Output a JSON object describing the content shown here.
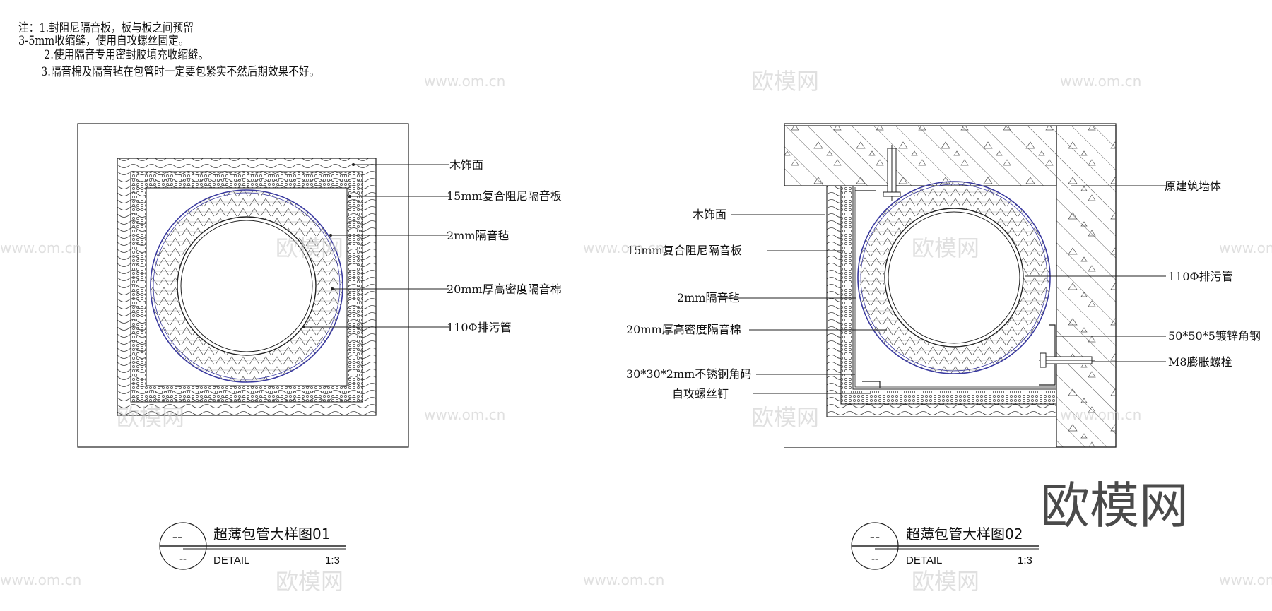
{
  "notes": {
    "line1": "注：1.封阻尼隔音板，板与板之间预留",
    "line2": "3-5mm收缩缝，使用自攻螺丝固定。",
    "line3": "2.使用隔音专用密封胶填充收缩缝。",
    "line4": "3.隔音棉及隔音毡在包管时一定要包紧实不然后期效果不好。"
  },
  "detail1": {
    "labels": [
      "木饰面",
      "15mm复合阻尼隔音板",
      "2mm隔音毡",
      "20mm厚高密度隔音棉",
      "110Φ排污管"
    ],
    "title": {
      "symbol_top": "--",
      "symbol_bottom": "--",
      "name": "超薄包管大样图01",
      "sub": "DETAIL",
      "scale": "1:3"
    }
  },
  "detail2": {
    "labels_left": [
      "木饰面",
      "15mm复合阻尼隔音板",
      "2mm隔音毡",
      "20mm厚高密度隔音棉",
      "30*30*2mm不锈钢角码",
      "自攻螺丝钉"
    ],
    "labels_right": [
      "原建筑墙体",
      "110Φ排污管",
      "50*50*5镀锌角钢",
      "M8膨胀螺栓"
    ],
    "title": {
      "symbol_top": "--",
      "symbol_bottom": "--",
      "name": "超薄包管大样图02",
      "sub": "DETAIL",
      "scale": "1:3"
    }
  },
  "watermarks": {
    "url": "www.om.cn",
    "brand": "欧模网"
  },
  "colors": {
    "line": "#222222",
    "pipe_outline": "#3a3aa0",
    "watermark": "#c8c8c8"
  }
}
